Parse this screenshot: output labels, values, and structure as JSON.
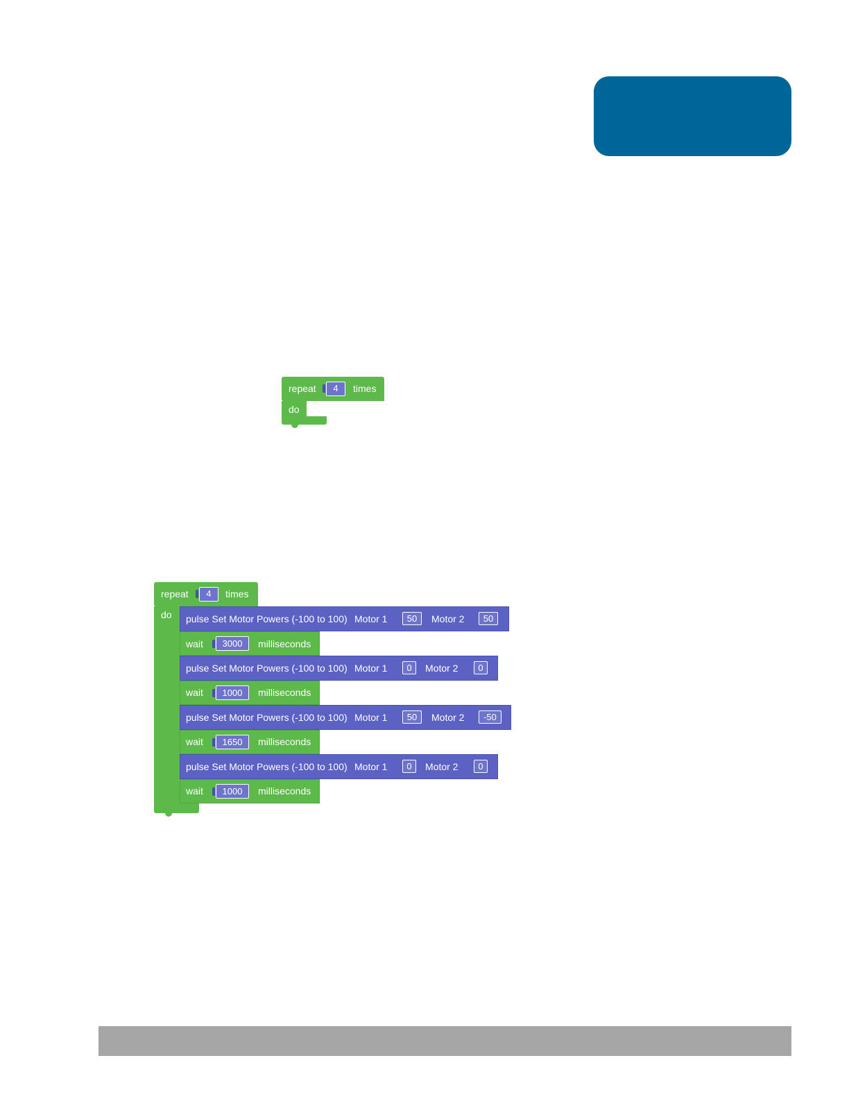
{
  "labels": {
    "repeat": "repeat",
    "times": "times",
    "do": "do",
    "pulse": "pulse Set Motor Powers (-100 to 100)",
    "motor1": "Motor 1",
    "motor2": "Motor 2",
    "wait": "wait",
    "milliseconds": "milliseconds"
  },
  "block1": {
    "repeat_count": "4"
  },
  "block2": {
    "repeat_count": "4",
    "steps": [
      {
        "motor1": "50",
        "motor2": "50",
        "wait_ms": "3000"
      },
      {
        "motor1": "0",
        "motor2": "0",
        "wait_ms": "1000"
      },
      {
        "motor1": "50",
        "motor2": "-50",
        "wait_ms": "1650"
      },
      {
        "motor1": "0",
        "motor2": "0",
        "wait_ms": "1000"
      }
    ]
  },
  "colors": {
    "header_box": "#006699",
    "loop_block": "#5cb94a",
    "motor_block": "#5c62c4",
    "footer_bar": "#a6a6a6"
  }
}
